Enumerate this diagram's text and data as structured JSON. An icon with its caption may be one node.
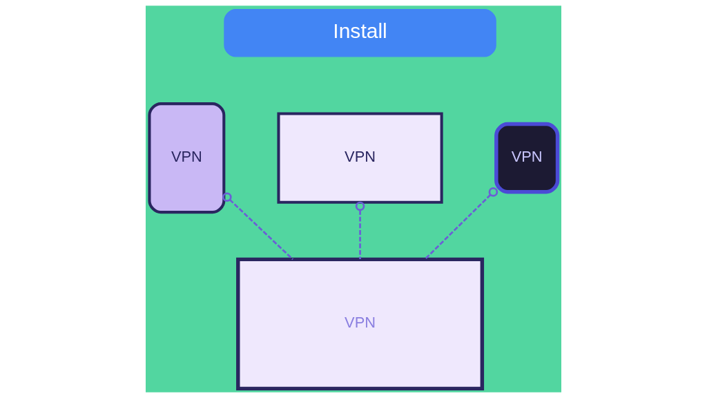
{
  "diagram": {
    "nodes": [
      {
        "text": [
          "Install"
        ]
      },
      {
        "text": [
          "VPN"
        ]
      },
      {
        "text": [
          "VPN"
        ]
      },
      {
        "text": [
          "VPN"
        ]
      },
      {
        "text": [
          "VPN"
        ]
      }
    ],
    "edges": [
      {
        "from": 2,
        "to": 4,
        "arrow": "other",
        "style": "dashed"
      },
      {
        "from": 1,
        "to": 4,
        "arrow": "other",
        "style": "dashed"
      },
      {
        "from": 3,
        "to": 4,
        "arrow": "other",
        "style": "dashed"
      }
    ]
  }
}
